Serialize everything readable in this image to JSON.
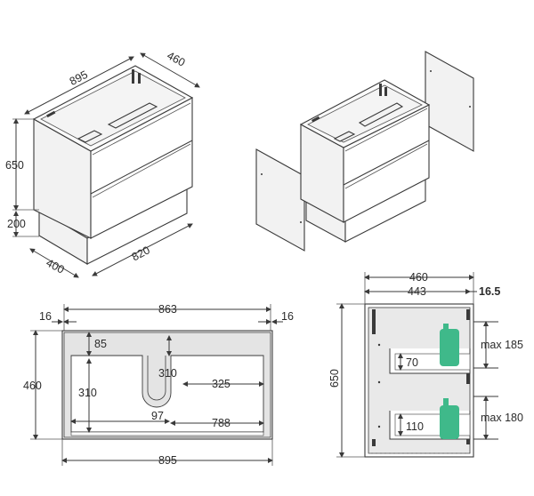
{
  "iso_cabinet": {
    "width": "895",
    "depth": "460",
    "height": "650",
    "plinth_height": "200",
    "plinth_depth": "400",
    "plinth_width": "820"
  },
  "top_plan": {
    "overall_width": "895",
    "inner_width": "863",
    "left_panel": "16",
    "right_panel": "16",
    "height": "460",
    "notch_depth": "85",
    "notch_height": "310",
    "left_height": "310",
    "side_width": "325",
    "notch_width": "97",
    "bottom_width": "788"
  },
  "side_section": {
    "overall_depth": "460",
    "inner_depth": "443",
    "back_panel": "16.5",
    "height": "650",
    "upper_clearance": "max 185",
    "upper_drawer": "70",
    "lower_clearance": "max 180",
    "lower_drawer": "110"
  },
  "colors": {
    "line": "#3a3a3a",
    "plan_fill": "#e4e4e4",
    "bottle": "#3fb98a"
  }
}
